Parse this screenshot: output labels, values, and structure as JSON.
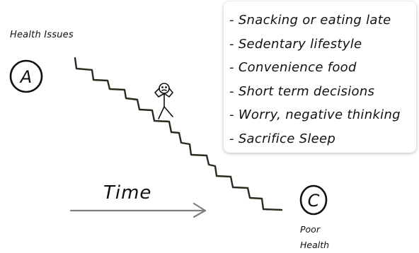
{
  "start_node": {
    "letter": "A"
  },
  "end_node": {
    "letter": "C"
  },
  "start_label": "Health Issues",
  "end_label": "Poor Health",
  "time_label": "Time",
  "bullets": [
    "- Snacking or eating late",
    "- Sedentary lifestyle",
    "- Convenience food",
    "- Short term decisions",
    "- Worry, negative thinking",
    "- Sacrifice Sleep"
  ],
  "colors": {
    "ink": "#111111",
    "staircase": "#2b2a1c",
    "arrow": "#808080"
  },
  "icons": [
    "stick-figure-worried-icon",
    "right-arrow-icon"
  ]
}
